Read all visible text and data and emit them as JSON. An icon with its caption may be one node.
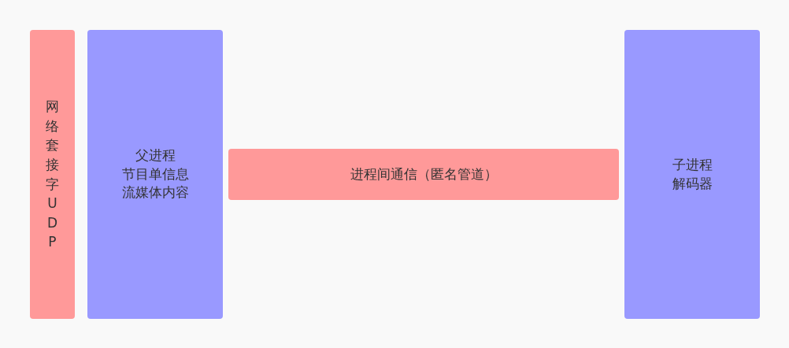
{
  "diagram": {
    "nodes": [
      {
        "text": [
          "网络套接字UDP"
        ]
      },
      {
        "text": [
          "父进程",
          "节目单信息",
          "流媒体内容"
        ]
      },
      {
        "text": [
          "进程间通信（匿名管道）"
        ]
      },
      {
        "text": [
          "子进程",
          "解码器"
        ]
      }
    ]
  }
}
